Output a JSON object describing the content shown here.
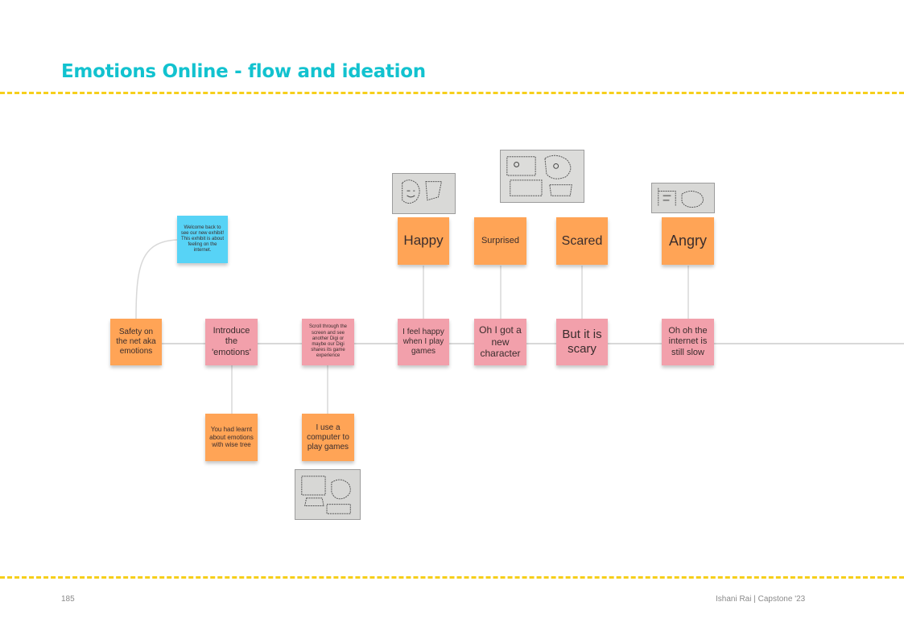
{
  "header": {
    "title": "Emotions Online - flow and ideation"
  },
  "footer": {
    "page_number": "185",
    "credit": "Ishani Rai | Capstone '23"
  },
  "colors": {
    "title": "#12c2cf",
    "dashed_rule": "#f6cf1b",
    "note_orange": "#ffa456",
    "note_pink": "#f2a0ab",
    "note_blue": "#57d3f6",
    "connector": "#d8d8d8"
  },
  "notes": {
    "safety": "Safety on the net aka emotions",
    "welcome": "Welcome back to see our new exhibit! This exhibit is about feeling on the internet.",
    "introduce": "Introduce the 'emotions'",
    "learnt": "You had learnt about emotions with wise tree",
    "scroll": "Scroll through the screen and see another Digi or maybe our Digi shares its game experience",
    "computer": "I use a computer to play games",
    "happy_label": "Happy",
    "happy_text": "I feel happy when I play games",
    "surprised_label": "Surprised",
    "surprised_text": "Oh I got a new character",
    "scared_label": "Scared",
    "scared_text": "But it is scary",
    "angry_label": "Angry",
    "angry_text": "Oh oh the internet is still slow"
  },
  "sketches": [
    "sketch-happy",
    "sketch-surprised-scared",
    "sketch-angry",
    "sketch-computer"
  ]
}
